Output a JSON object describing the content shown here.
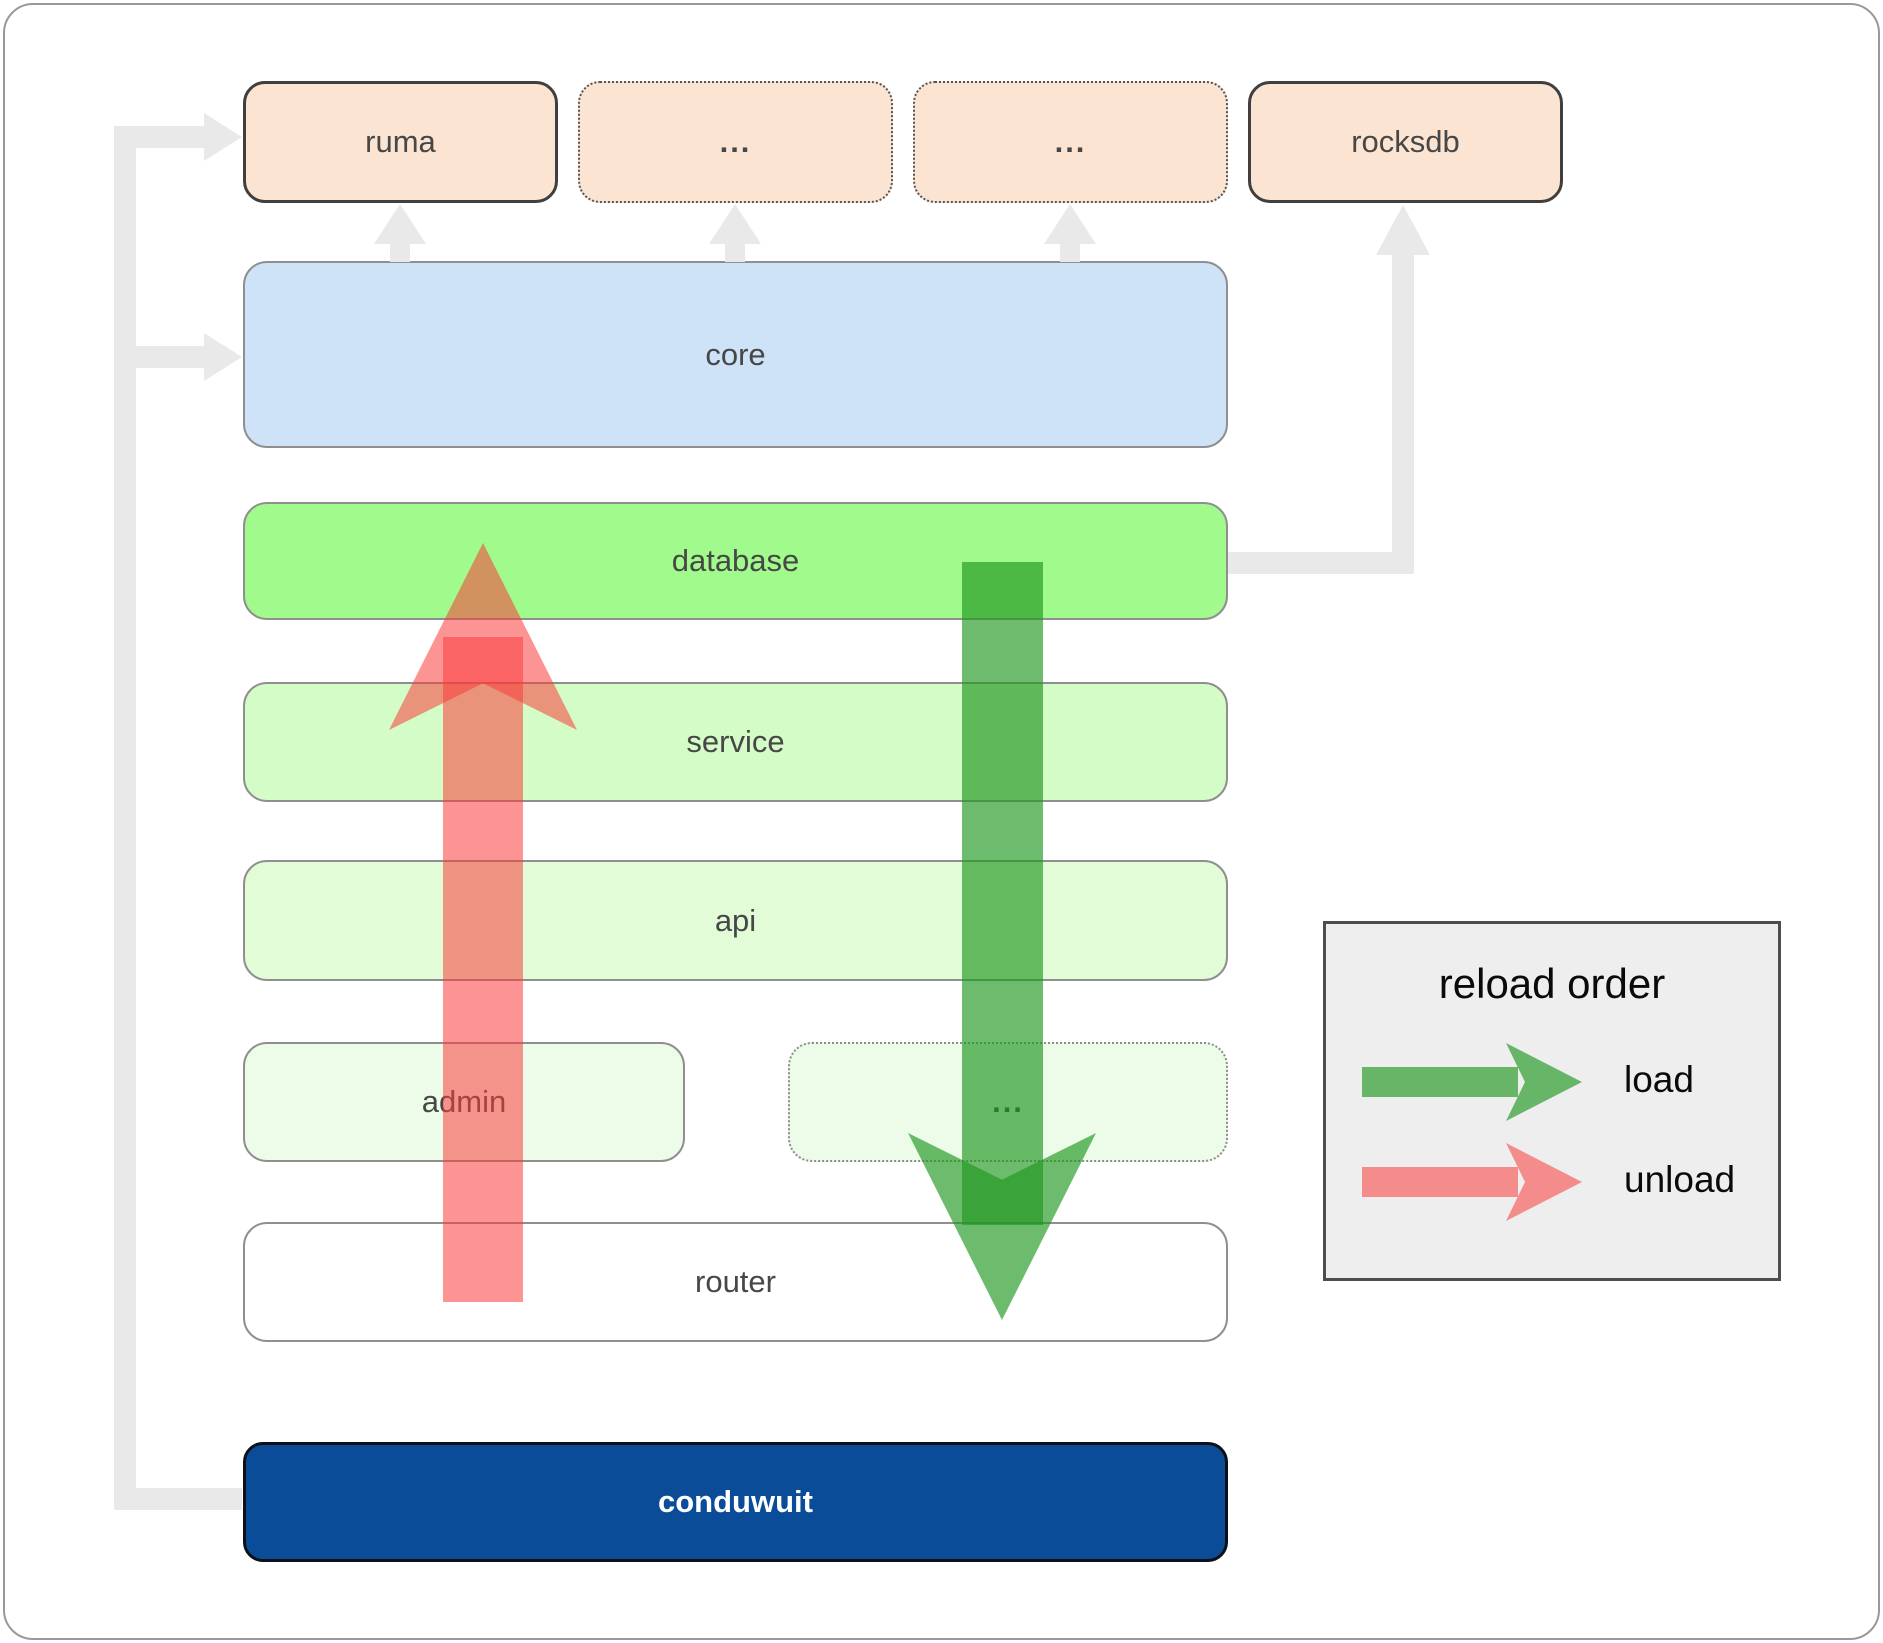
{
  "nodes": {
    "ruma": {
      "label": "ruma"
    },
    "dots1": {
      "label": "..."
    },
    "dots2": {
      "label": "..."
    },
    "rocksdb": {
      "label": "rocksdb"
    },
    "core": {
      "label": "core"
    },
    "database": {
      "label": "database"
    },
    "service": {
      "label": "service"
    },
    "api": {
      "label": "api"
    },
    "admin": {
      "label": "admin"
    },
    "dots3": {
      "label": "..."
    },
    "router": {
      "label": "router"
    },
    "conduwuit": {
      "label": "conduwuit"
    }
  },
  "legend": {
    "title": "reload order",
    "items": [
      {
        "label": "load",
        "color": "green"
      },
      {
        "label": "unload",
        "color": "red"
      }
    ]
  },
  "colors": {
    "peach-fill": "#fce4d2",
    "peach-border": "#3f3f3f",
    "dotted-border": "#555555",
    "core-fill": "#cfe3f8",
    "database-fill": "#a0fa8c",
    "service-fill": "#d3fcc6",
    "api-fill": "#e3fcd8",
    "admin-fill": "#edfce8",
    "router-fill": "#ffffff",
    "conduwuit-fill": "#0b4c99",
    "conduwuit-border": "#0d1117",
    "box-border": "#8f8f8f",
    "label-color": "#474747",
    "connector-gray": "#e9e9e9",
    "load-arrow": "rgba(30,150,30,0.65)",
    "unload-arrow": "rgba(250,60,60,0.55)",
    "legend-fill": "#eeeeee",
    "legend-border": "#4d4d4d",
    "legend-text": "#0a0a0a"
  }
}
